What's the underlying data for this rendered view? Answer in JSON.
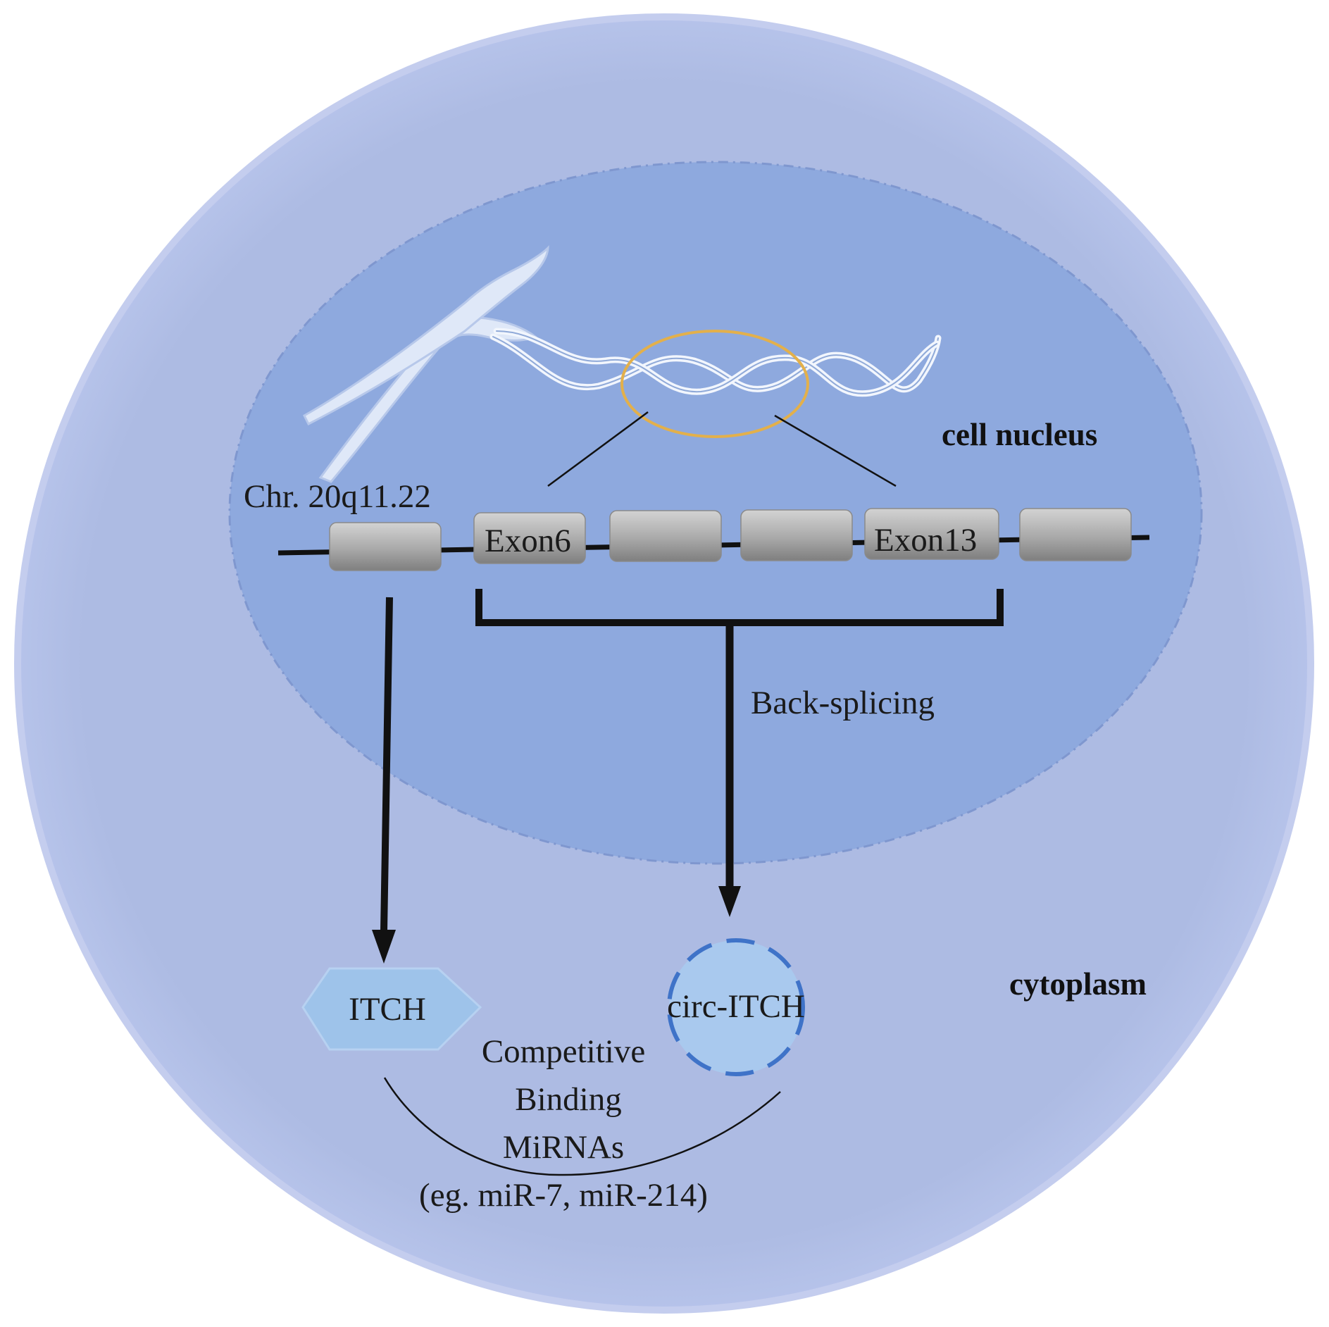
{
  "labels": {
    "nucleus": "cell nucleus",
    "cytoplasm": "cytoplasm",
    "chromosome_locus": "Chr. 20q11.22",
    "exon_first": "Exon6",
    "exon_last": "Exon13",
    "process": "Back-splicing",
    "protein": "ITCH",
    "circrna": "circ-ITCH",
    "binding_line1": "Competitive",
    "binding_line2": "Binding",
    "binding_line3": "MiRNAs",
    "binding_line4": "(eg. miR-7, miR-214)"
  },
  "colors": {
    "cell": "#adbbe3",
    "cell_edge": "#c4cdee",
    "nucleus": "#8ea9de",
    "nucleus_edge": "#7f97cf",
    "chromosome": "#dfe8f8",
    "highlight_ring": "#e3b04b",
    "exon_box": "#a9a9a9",
    "itch_shape": "#9ec3ea",
    "circ_fill": "#a9c9ee",
    "circ_dash": "#3f73c8",
    "ink": "#111111"
  }
}
